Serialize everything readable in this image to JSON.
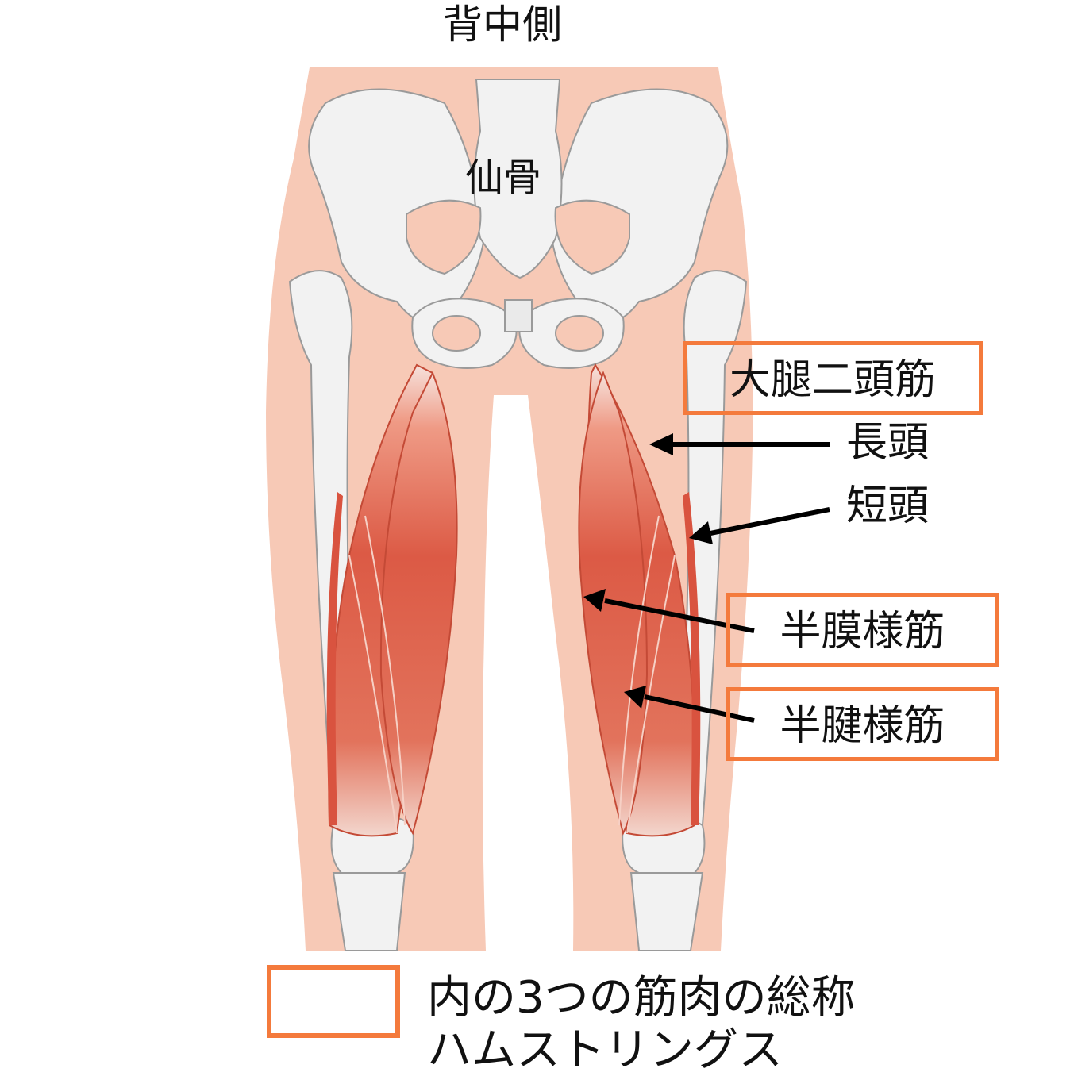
{
  "title": "背中側",
  "labels": {
    "sacrum": "仙骨",
    "biceps_femoris": "大腿二頭筋",
    "long_head": "長頭",
    "short_head": "短頭",
    "semimembranosus": "半膜様筋",
    "semitendinosus": "半腱様筋"
  },
  "legend": {
    "line1": "内の3つの筋肉の総称",
    "line2": "ハムストリングス"
  },
  "colors": {
    "skin": "#f7c9b6",
    "bone": "#f2f2f2",
    "bone_outline": "#9a9a9a",
    "muscle": "#d9533f",
    "muscle_light": "#f08a6f",
    "highlight_box": "#f47a3c",
    "arrow": "#000000"
  }
}
